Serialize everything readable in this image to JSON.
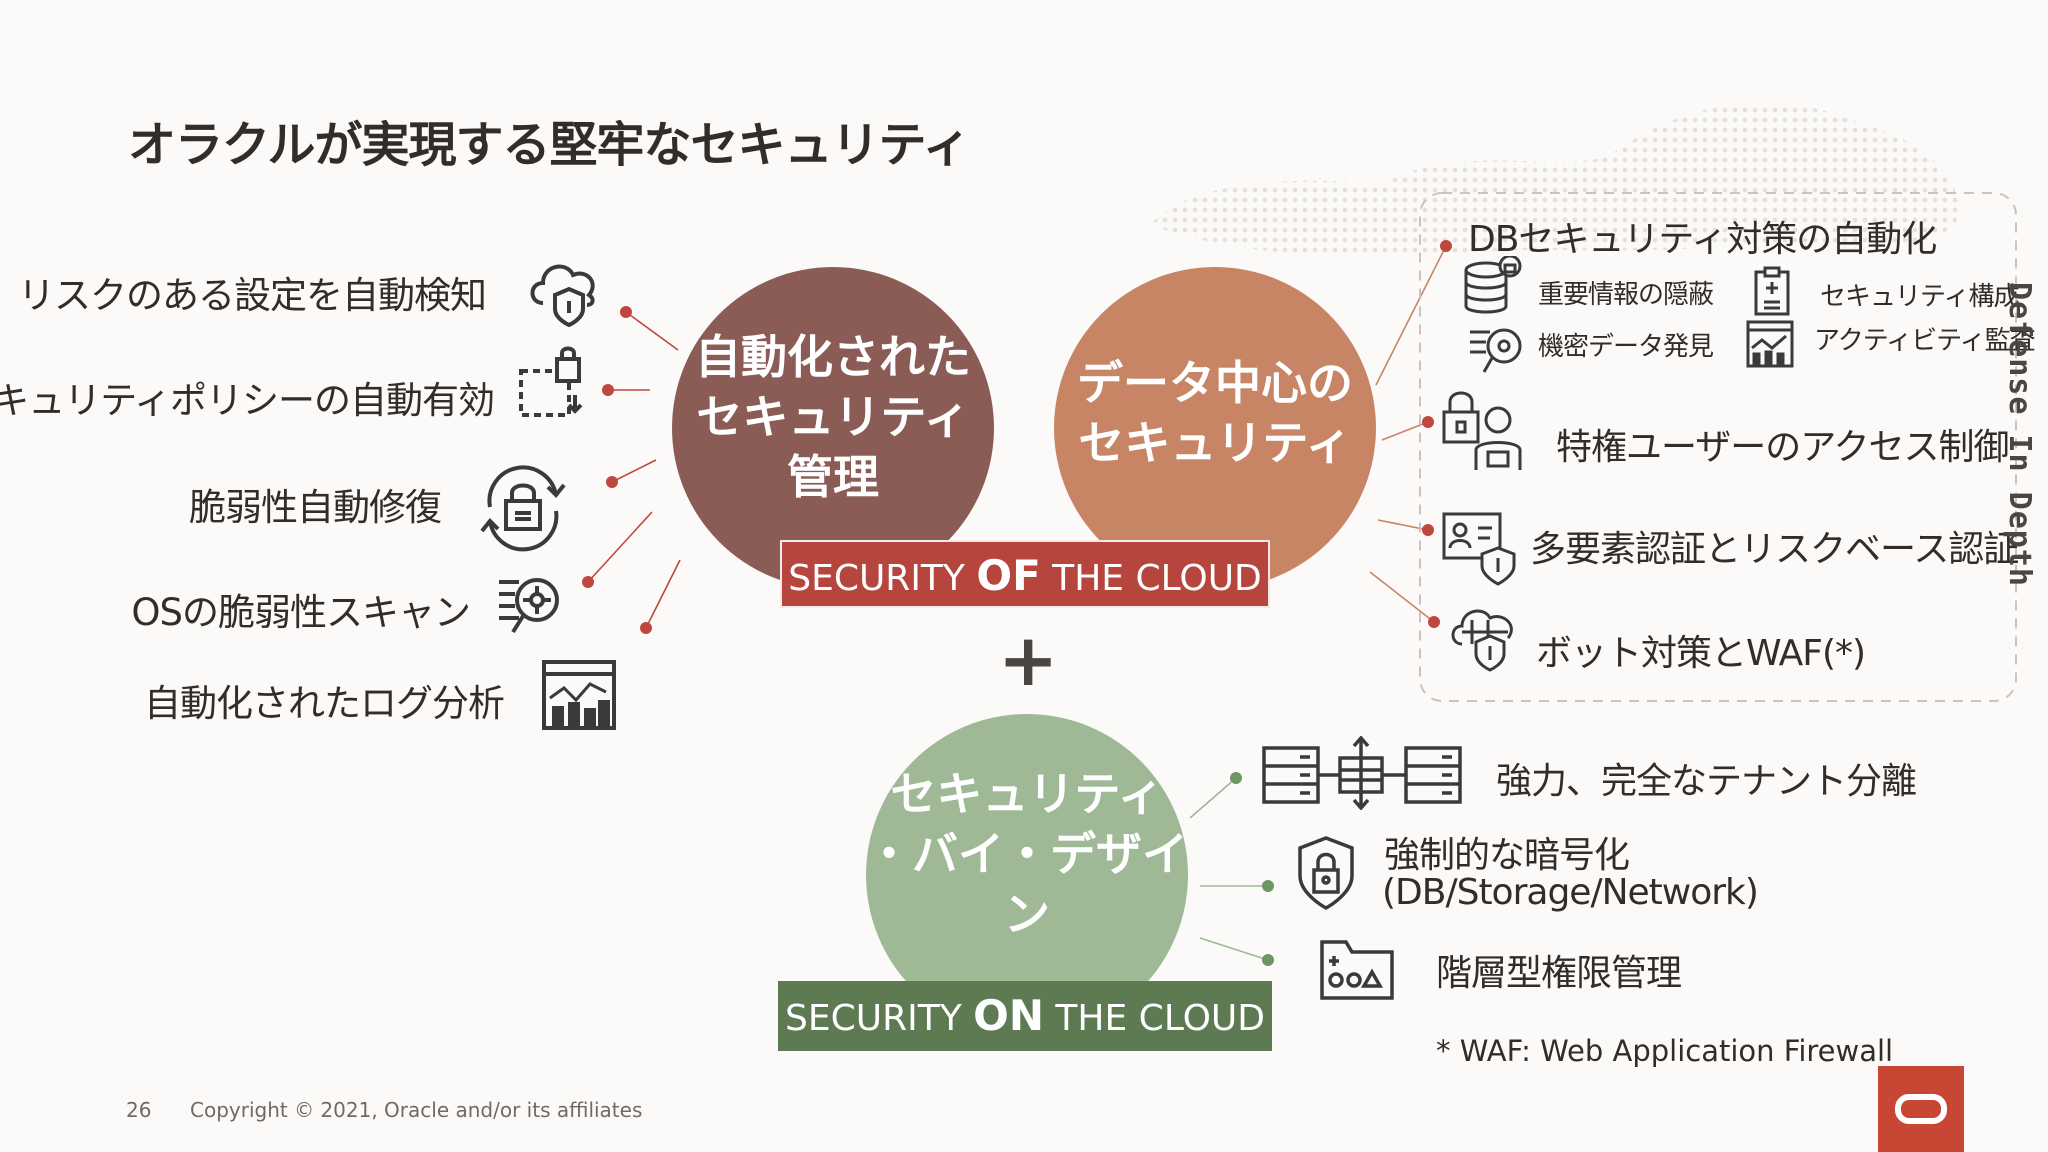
{
  "slide": {
    "title": "オラクルが実現する堅牢なセキュリティ",
    "left_items": [
      "リスクのある設定を自動検知",
      "セキュリティポリシーの自動有効",
      "脆弱性自動修復",
      "OSの脆弱性スキャン",
      "自動化されたログ分析"
    ],
    "circle_auto": [
      "自動化された",
      "セキュリティ",
      "管理"
    ],
    "circle_data": [
      "データ中心の",
      "セキュリティ"
    ],
    "circle_design": [
      "セキュリティ",
      "・バイ・デザイン"
    ],
    "banner_of": {
      "pre": "SECURITY ",
      "bold": "OF",
      "post": " THE CLOUD"
    },
    "banner_on": {
      "pre": "SECURITY ",
      "bold": "ON",
      "post": " THE CLOUD"
    },
    "plus": "+",
    "defense_label": "Defense In Depth",
    "db_heading": "DBセキュリティ対策の自動化",
    "db_sub": [
      "重要情報の隠蔽",
      "セキュリティ構成",
      "機密データ発見",
      "アクティビティ監査"
    ],
    "right_items": [
      "特権ユーザーのアクセス制御",
      "多要素認証とリスクベース認証",
      "ボット対策とWAF(*)"
    ],
    "bottom_items": [
      "強力、完全なテナント分離",
      "強制的な暗号化",
      "(DB/Storage/Network)",
      "階層型権限管理"
    ],
    "footnote": "* WAF: Web Application Firewall",
    "page_number": "26",
    "copyright": "Copyright © 2021, Oracle and/or its affiliates"
  },
  "colors": {
    "auto_circle": "#8b5c56",
    "data_circle": "#c88566",
    "design_circle": "#9fb896",
    "banner_of": "#b5453d",
    "banner_on": "#5d7a53",
    "dot_red": "#c0473f",
    "dot_green": "#6e9564",
    "oracle_red": "#c74634"
  },
  "icons": [
    "cloud-shield-icon",
    "dashed-lock-icon",
    "lock-refresh-icon",
    "scan-virus-icon",
    "chart-monitor-icon",
    "database-lock-icon",
    "clipboard-icon",
    "document-virus-icon",
    "monitor-chart-icon",
    "lock-user-icon",
    "id-card-shield-icon",
    "cloud-shield-icon",
    "server-isolation-icon",
    "shield-lock-icon",
    "folder-shapes-icon",
    "oracle-logo-icon"
  ]
}
